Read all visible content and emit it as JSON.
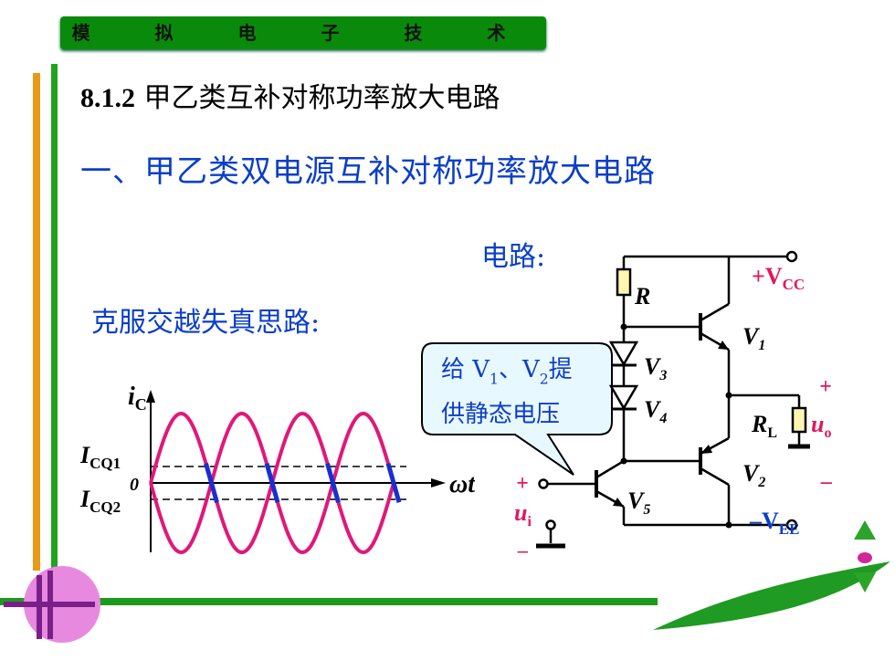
{
  "banner": {
    "title": "模 拟 电 子 技 术"
  },
  "section": {
    "number": "8.1.2",
    "title": "甲乙类互补对称功率放大电路"
  },
  "subheading": "一、甲乙类双电源互补对称功率放大电路",
  "circuit": {
    "label": "电路:",
    "callout_line1": "给 V",
    "callout_sub1": "1",
    "callout_mid": "、V",
    "callout_sub2": "2",
    "callout_end": "提",
    "callout_line2": "供静态电压",
    "vcc_prefix": "+V",
    "vcc_sub": "CC",
    "vee_prefix": "–V",
    "vee_sub": "EE",
    "r": "R",
    "rl": "R",
    "rl_sub": "L",
    "v1": "V",
    "v1_sub": "1",
    "v2": "V",
    "v2_sub": "2",
    "v3": "V",
    "v3_sub": "3",
    "v4": "V",
    "v4_sub": "4",
    "v5": "V",
    "v5_sub": "5",
    "uo": "u",
    "uo_sub": "o",
    "ui": "u",
    "ui_sub": "i",
    "plus": "+",
    "minus": "–",
    "colors": {
      "accent_red": "#e0185e",
      "blue": "#0b3ec9",
      "resistor_fill": "#fff7b0"
    }
  },
  "waveform": {
    "label": "克服交越失真思路:",
    "ic": "i",
    "ic_sub": "C",
    "icq1": "I",
    "icq1_sub": "CQ1",
    "icq2": "I",
    "icq2_sub": "CQ2",
    "zero": "0",
    "wt": "ωt",
    "colors": {
      "wave": "#e0187a",
      "overlap": "#1a2fd0"
    }
  }
}
